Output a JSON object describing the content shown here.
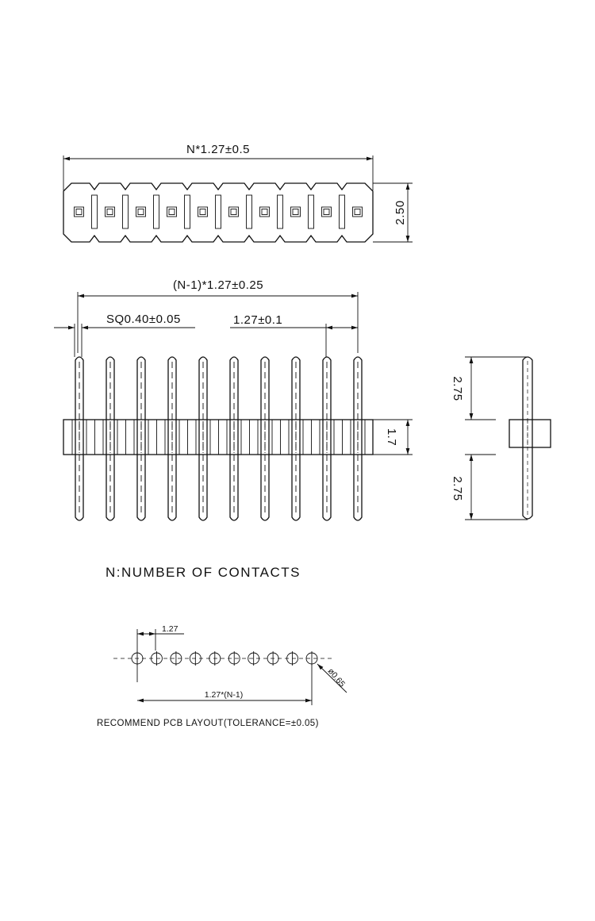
{
  "top_view": {
    "length_dim": "N*1.27±0.5",
    "height_dim": "2.50"
  },
  "front_view": {
    "span_dim": "(N-1)*1.27±0.25",
    "pin_size_dim": "SQ0.40±0.05",
    "pitch_dim": "1.27±0.1",
    "body_height_dim": "1.7"
  },
  "side_view": {
    "upper_pin_dim": "2.75",
    "lower_pin_dim": "2.75"
  },
  "note": "N:NUMBER OF CONTACTS",
  "pcb_layout": {
    "pitch_dim": "1.27",
    "span_dim": "1.27*(N-1)",
    "hole_dim": "ø0.65",
    "caption": "RECOMMEND PCB LAYOUT(TOLERANCE=±0.05)"
  },
  "pin_count_drawn": 10,
  "hole_count_drawn": 10
}
